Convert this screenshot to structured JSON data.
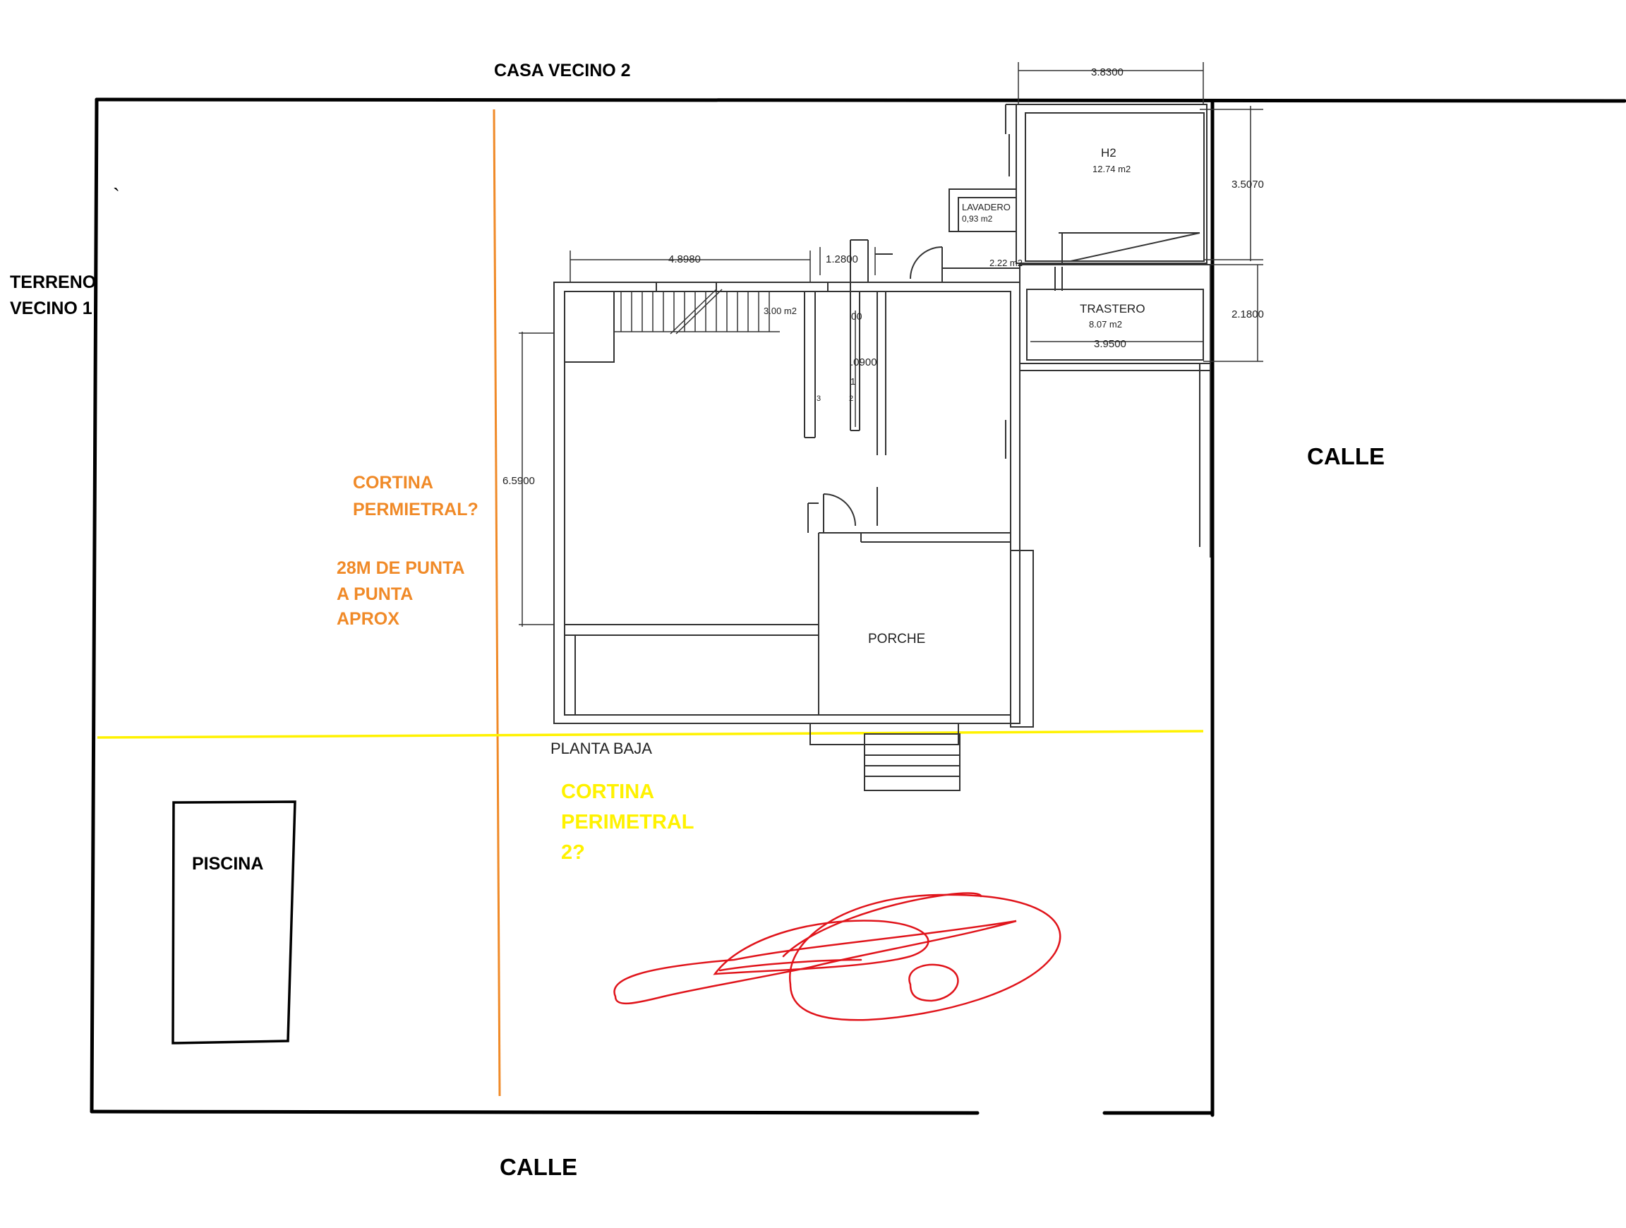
{
  "colors": {
    "ink": "#000000",
    "plan": "#333333",
    "orange": "#f08a28",
    "yellow": "#fff200",
    "red": "#e0141b"
  },
  "labels": {
    "casa_vecino_2": "CASA VECINO 2",
    "terreno_vecino_1_line1": "TERRENO",
    "terreno_vecino_1_line2": "VECINO 1",
    "calle_right": "CALLE",
    "calle_bottom": "CALLE",
    "piscina": "PISCINA",
    "planta_baja": "PLANTA  BAJA",
    "porche": "PORCHE",
    "h2": "H2",
    "h2_area": "12.74 m2",
    "lavadero": "LAVADERO",
    "lavadero_area": "0,93 m2",
    "hall_area": "2.22 m2",
    "trastero": "TRASTERO",
    "trastero_area": "8.07 m2",
    "stairs_area": "3.00 m2",
    "frag_00": "00",
    "frag_0900": ".0900",
    "frag_1": "1",
    "frag_3": "3",
    "frag_2": "2",
    "tick_mark": "`"
  },
  "dimensions": {
    "top_right": "3.8300",
    "top_left": "4.8980",
    "top_mid": "1.2800",
    "right_upper": "3.5070",
    "right_lower": "2.1800",
    "trastero_width": "3.9500",
    "left_height": "6.5900"
  },
  "annotations": {
    "cortina_1_line1": "CORTINA",
    "cortina_1_line2": "PERMIETRAL?",
    "measure_line1": "28M DE PUNTA",
    "measure_line2": "A PUNTA",
    "measure_line3": "APROX",
    "cortina_2_line1": "CORTINA",
    "cortina_2_line2": "PERIMETRAL",
    "cortina_2_line3": "2?"
  }
}
